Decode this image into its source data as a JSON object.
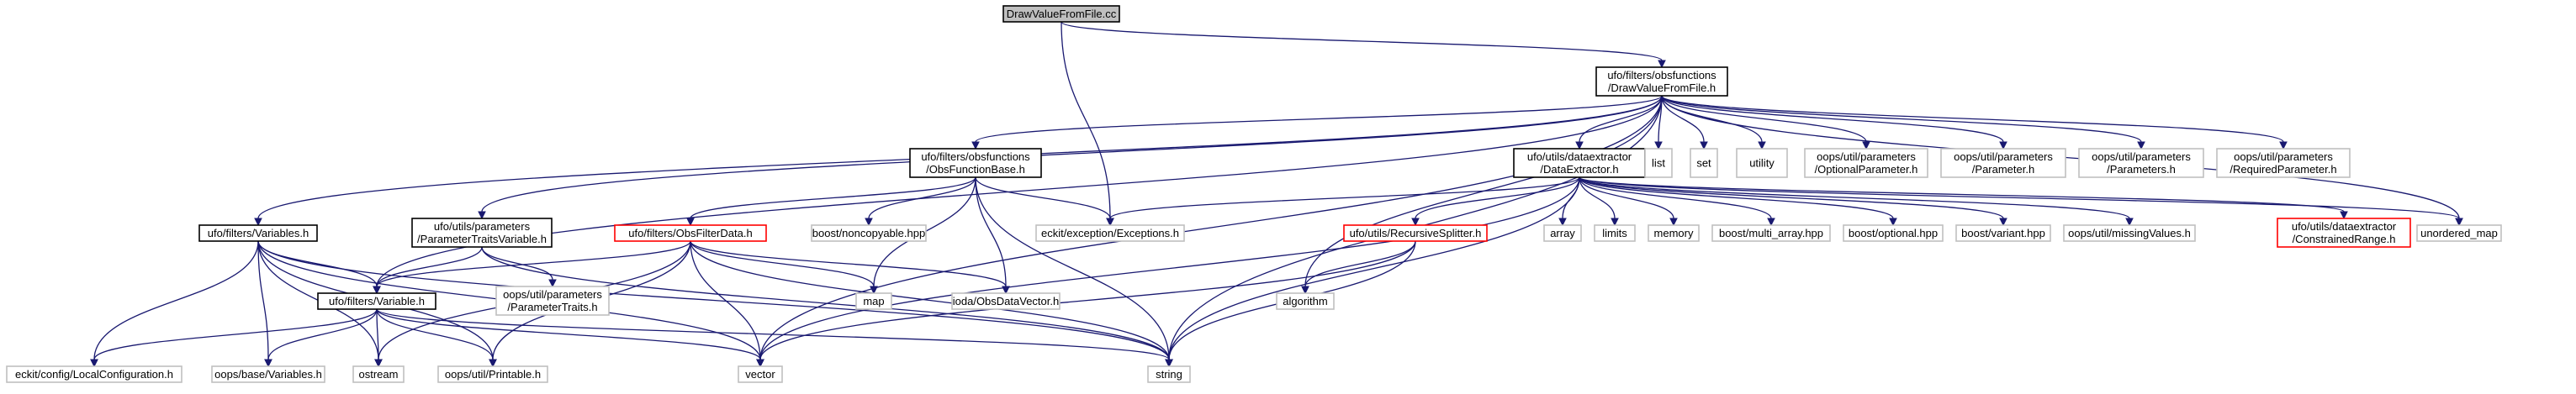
{
  "colors": {
    "edge": "#191970",
    "root_fill": "#bfbfbf",
    "root_border": "#000000",
    "documented_border": "#000000",
    "truncated_border": "#ff0000",
    "external_border": "#bfbfbf",
    "text": "#000000"
  },
  "nodes": {
    "draw_cc": {
      "lines": [
        "DrawValueFromFile.cc"
      ],
      "kind": "root"
    },
    "draw_h": {
      "lines": [
        "ufo/filters/obsfunctions",
        "/DrawValueFromFile.h"
      ],
      "kind": "documented"
    },
    "variables_h": {
      "lines": [
        "ufo/filters/Variables.h"
      ],
      "kind": "documented"
    },
    "paramtraitsvar_h": {
      "lines": [
        "ufo/utils/parameters",
        "/ParameterTraitsVariable.h"
      ],
      "kind": "documented"
    },
    "variable_h": {
      "lines": [
        "ufo/filters/Variable.h"
      ],
      "kind": "documented"
    },
    "obsfuncbase_h": {
      "lines": [
        "ufo/filters/obsfunctions",
        "/ObsFunctionBase.h"
      ],
      "kind": "documented"
    },
    "obsfilterdata_h": {
      "lines": [
        "ufo/filters/ObsFilterData.h"
      ],
      "kind": "truncated"
    },
    "dataextractor_h": {
      "lines": [
        "ufo/utils/dataextractor",
        "/DataExtractor.h"
      ],
      "kind": "documented"
    },
    "recursivesplitter_h": {
      "lines": [
        "ufo/utils/RecursiveSplitter.h"
      ],
      "kind": "truncated"
    },
    "constrainedrange_h": {
      "lines": [
        "ufo/utils/dataextractor",
        "/ConstrainedRange.h"
      ],
      "kind": "truncated"
    },
    "list": {
      "lines": [
        "list"
      ],
      "kind": "external"
    },
    "set": {
      "lines": [
        "set"
      ],
      "kind": "external"
    },
    "utility": {
      "lines": [
        "utility"
      ],
      "kind": "external"
    },
    "optionalparam_h": {
      "lines": [
        "oops/util/parameters",
        "/OptionalParameter.h"
      ],
      "kind": "external"
    },
    "parameter_h": {
      "lines": [
        "oops/util/parameters",
        "/Parameter.h"
      ],
      "kind": "external"
    },
    "parameters_h": {
      "lines": [
        "oops/util/parameters",
        "/Parameters.h"
      ],
      "kind": "external"
    },
    "requiredparam_h": {
      "lines": [
        "oops/util/parameters",
        "/RequiredParameter.h"
      ],
      "kind": "external"
    },
    "boost_noncopyable": {
      "lines": [
        "boost/noncopyable.hpp"
      ],
      "kind": "external"
    },
    "eckit_exceptions": {
      "lines": [
        "eckit/exception/Exceptions.h"
      ],
      "kind": "external"
    },
    "array": {
      "lines": [
        "array"
      ],
      "kind": "external"
    },
    "limits": {
      "lines": [
        "limits"
      ],
      "kind": "external"
    },
    "memory": {
      "lines": [
        "memory"
      ],
      "kind": "external"
    },
    "boost_multi_array": {
      "lines": [
        "boost/multi_array.hpp"
      ],
      "kind": "external"
    },
    "boost_optional": {
      "lines": [
        "boost/optional.hpp"
      ],
      "kind": "external"
    },
    "boost_variant": {
      "lines": [
        "boost/variant.hpp"
      ],
      "kind": "external"
    },
    "missingvalues_h": {
      "lines": [
        "oops/util/missingValues.h"
      ],
      "kind": "external"
    },
    "unordered_map": {
      "lines": [
        "unordered_map"
      ],
      "kind": "external"
    },
    "paramtraits_h": {
      "lines": [
        "oops/util/parameters",
        "/ParameterTraits.h"
      ],
      "kind": "external"
    },
    "map": {
      "lines": [
        "map"
      ],
      "kind": "external"
    },
    "obsdatavector_h": {
      "lines": [
        "ioda/ObsDataVector.h"
      ],
      "kind": "external"
    },
    "algorithm": {
      "lines": [
        "algorithm"
      ],
      "kind": "external"
    },
    "localconfig_h": {
      "lines": [
        "eckit/config/LocalConfiguration.h"
      ],
      "kind": "external"
    },
    "oopsvariables_h": {
      "lines": [
        "oops/base/Variables.h"
      ],
      "kind": "external"
    },
    "ostream": {
      "lines": [
        "ostream"
      ],
      "kind": "external"
    },
    "printable_h": {
      "lines": [
        "oops/util/Printable.h"
      ],
      "kind": "external"
    },
    "vector": {
      "lines": [
        "vector"
      ],
      "kind": "external"
    },
    "string": {
      "lines": [
        "string"
      ],
      "kind": "external"
    }
  },
  "edges": [
    [
      "draw_cc",
      "draw_h"
    ],
    [
      "draw_cc",
      "eckit_exceptions"
    ],
    [
      "draw_h",
      "variables_h"
    ],
    [
      "draw_h",
      "paramtraitsvar_h"
    ],
    [
      "draw_h",
      "variable_h"
    ],
    [
      "draw_h",
      "obsfuncbase_h"
    ],
    [
      "draw_h",
      "dataextractor_h"
    ],
    [
      "draw_h",
      "list"
    ],
    [
      "draw_h",
      "set"
    ],
    [
      "draw_h",
      "utility"
    ],
    [
      "draw_h",
      "optionalparam_h"
    ],
    [
      "draw_h",
      "parameter_h"
    ],
    [
      "draw_h",
      "parameters_h"
    ],
    [
      "draw_h",
      "requiredparam_h"
    ],
    [
      "draw_h",
      "algorithm"
    ],
    [
      "draw_h",
      "vector"
    ],
    [
      "draw_h",
      "string"
    ],
    [
      "draw_h",
      "unordered_map"
    ],
    [
      "obsfuncbase_h",
      "obsfilterdata_h"
    ],
    [
      "obsfuncbase_h",
      "boost_noncopyable"
    ],
    [
      "obsfuncbase_h",
      "eckit_exceptions"
    ],
    [
      "obsfuncbase_h",
      "map"
    ],
    [
      "obsfuncbase_h",
      "obsdatavector_h"
    ],
    [
      "obsfuncbase_h",
      "string"
    ],
    [
      "dataextractor_h",
      "eckit_exceptions"
    ],
    [
      "dataextractor_h",
      "recursivesplitter_h"
    ],
    [
      "dataextractor_h",
      "array"
    ],
    [
      "dataextractor_h",
      "limits"
    ],
    [
      "dataextractor_h",
      "memory"
    ],
    [
      "dataextractor_h",
      "boost_multi_array"
    ],
    [
      "dataextractor_h",
      "boost_optional"
    ],
    [
      "dataextractor_h",
      "boost_variant"
    ],
    [
      "dataextractor_h",
      "missingvalues_h"
    ],
    [
      "dataextractor_h",
      "constrainedrange_h"
    ],
    [
      "dataextractor_h",
      "unordered_map"
    ],
    [
      "dataextractor_h",
      "vector"
    ],
    [
      "dataextractor_h",
      "string"
    ],
    [
      "recursivesplitter_h",
      "algorithm"
    ],
    [
      "recursivesplitter_h",
      "vector"
    ],
    [
      "recursivesplitter_h",
      "string"
    ],
    [
      "obsfilterdata_h",
      "variable_h"
    ],
    [
      "obsfilterdata_h",
      "map"
    ],
    [
      "obsfilterdata_h",
      "obsdatavector_h"
    ],
    [
      "obsfilterdata_h",
      "ostream"
    ],
    [
      "obsfilterdata_h",
      "printable_h"
    ],
    [
      "obsfilterdata_h",
      "vector"
    ],
    [
      "obsfilterdata_h",
      "string"
    ],
    [
      "paramtraitsvar_h",
      "variable_h"
    ],
    [
      "paramtraitsvar_h",
      "paramtraits_h"
    ],
    [
      "paramtraitsvar_h",
      "string"
    ],
    [
      "variables_h",
      "variable_h"
    ],
    [
      "variables_h",
      "localconfig_h"
    ],
    [
      "variables_h",
      "oopsvariables_h"
    ],
    [
      "variables_h",
      "ostream"
    ],
    [
      "variables_h",
      "printable_h"
    ],
    [
      "variables_h",
      "vector"
    ],
    [
      "variables_h",
      "string"
    ],
    [
      "variable_h",
      "localconfig_h"
    ],
    [
      "variable_h",
      "oopsvariables_h"
    ],
    [
      "variable_h",
      "ostream"
    ],
    [
      "variable_h",
      "printable_h"
    ],
    [
      "variable_h",
      "vector"
    ],
    [
      "variable_h",
      "string"
    ]
  ]
}
